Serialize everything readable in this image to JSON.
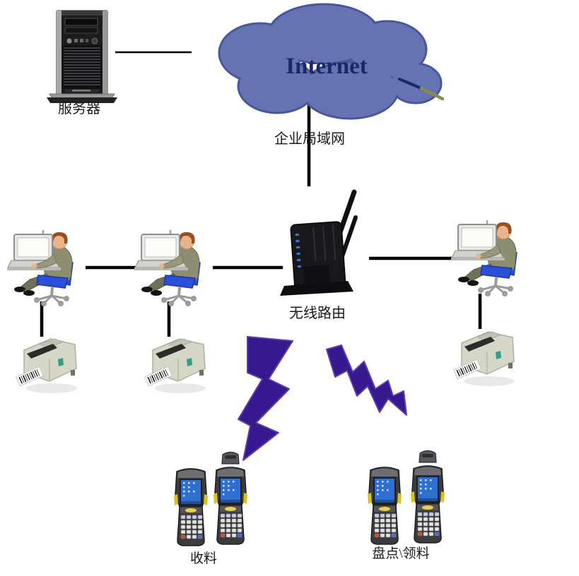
{
  "diagram": {
    "type": "network-topology",
    "labels": {
      "server": "服务器",
      "internet": "Internet",
      "lan": "企业局域网",
      "router": "无线路由",
      "handhelds_left": "收料",
      "handhelds_right": "盘点\\领料"
    },
    "nodes": [
      {
        "id": "server",
        "label": "服务器",
        "type": "tower-server"
      },
      {
        "id": "internet",
        "label": "Internet",
        "type": "cloud"
      },
      {
        "id": "router",
        "label": "无线路由",
        "type": "wireless-router",
        "antennas": 2
      },
      {
        "id": "workstation-1",
        "type": "operator-workstation"
      },
      {
        "id": "workstation-2",
        "type": "operator-workstation"
      },
      {
        "id": "workstation-3",
        "type": "operator-workstation"
      },
      {
        "id": "printer-1",
        "type": "barcode-label-printer"
      },
      {
        "id": "printer-2",
        "type": "barcode-label-printer"
      },
      {
        "id": "printer-3",
        "type": "barcode-label-printer"
      },
      {
        "id": "handheld-pair-left",
        "label": "收料",
        "type": "handheld-terminals",
        "count": 2
      },
      {
        "id": "handheld-pair-right",
        "label": "盘点\\领料",
        "type": "handheld-terminals",
        "count": 2
      }
    ],
    "connections": [
      {
        "from": "server",
        "to": "internet",
        "style": "wired-line"
      },
      {
        "from": "internet",
        "to": "router",
        "label": "企业局域网",
        "style": "wired-line"
      },
      {
        "from": "workstation-1",
        "to": "workstation-2",
        "style": "wired-line"
      },
      {
        "from": "workstation-2",
        "to": "router",
        "style": "wired-line"
      },
      {
        "from": "router",
        "to": "workstation-3",
        "style": "wired-line"
      },
      {
        "from": "workstation-1",
        "to": "printer-1",
        "style": "wired-line"
      },
      {
        "from": "workstation-2",
        "to": "printer-2",
        "style": "wired-line"
      },
      {
        "from": "workstation-3",
        "to": "printer-3",
        "style": "wired-line"
      },
      {
        "from": "router",
        "to": "handheld-pair-left",
        "style": "wireless-lightning"
      },
      {
        "from": "router",
        "to": "handheld-pair-right",
        "style": "wireless-lightning"
      }
    ],
    "colors": {
      "background": "#ffffff",
      "cloud_fill": "#6673b3",
      "cloud_stroke": "#4a569c",
      "internet_text": "#1b2766",
      "connector": "#000000",
      "lightning_fill": "#38188f",
      "lightning_edge": "#5b3cae",
      "pointer_stick": "#8a8a4a",
      "chair_blue": "#2b4fd8",
      "screen_blue": "#2f6fd0",
      "printer_body": "#d7d7c8",
      "router_body": "#17171c",
      "accent_yellow": "#d8c020",
      "label_text": "#1a1a1a"
    }
  }
}
